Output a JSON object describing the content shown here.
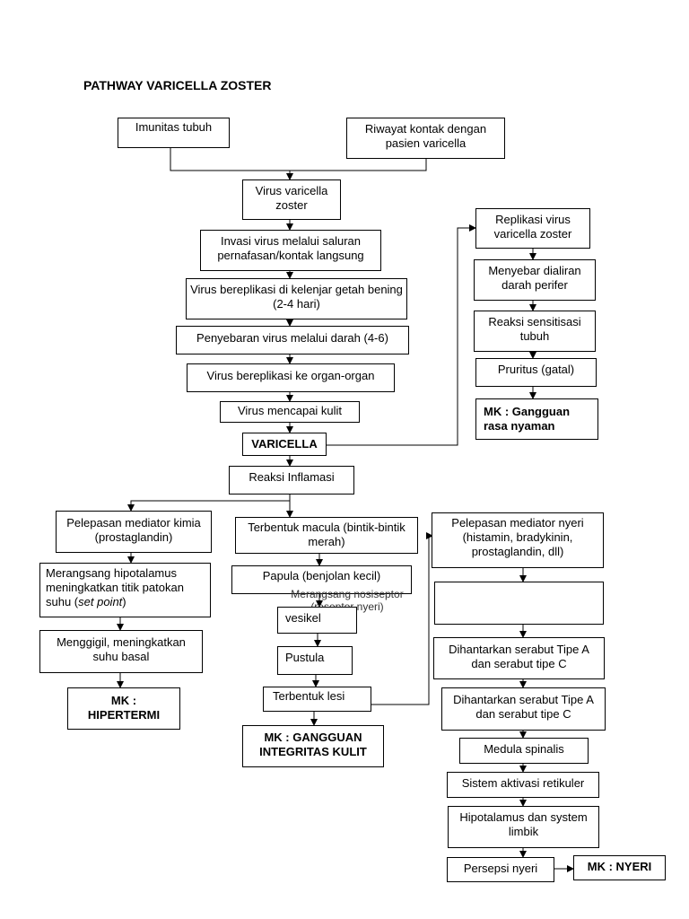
{
  "title": "PATHWAY VARICELLA ZOSTER",
  "nodes": {
    "imunitas": "Imunitas tubuh",
    "riwayat": "Riwayat kontak dengan pasien varicella",
    "virus": "Virus varicella zoster",
    "invasi": "Invasi virus melalui saluran pernafasan/kontak langsung",
    "bereplikasi_kelenjar": "Virus bereplikasi di kelenjar getah bening (2-4 hari)",
    "penyebaran": "Penyebaran virus melalui darah (4-6)",
    "bereplikasi_organ": "Virus bereplikasi ke organ-organ",
    "mencapai_kulit": "Virus mencapai kulit",
    "varicella": "VARICELLA",
    "reaksi_inflamasi": "Reaksi Inflamasi",
    "replikasi": "Replikasi virus varicella zoster",
    "menyebar": "Menyebar dialiran darah perifer",
    "sensitisasi": "Reaksi sensitisasi tubuh",
    "pruritus": "Pruritus (gatal)",
    "mk_nyaman": "MK : Gangguan rasa nyaman",
    "pelepasan_kimia": "Pelepasan mediator kimia (prostaglandin)",
    "hipotalamus_pre": "Merangsang hipotalamus meningkatkan titik patokan suhu (",
    "hipotalamus_italic": "set point",
    "hipotalamus_post": ")",
    "menggigil": "Menggigil, meningkatkan suhu basal",
    "mk_hipertermi": "MK : HIPERTERMI",
    "macula": "Terbentuk macula (bintik-bintik merah)",
    "papula": "Papula (benjolan kecil)",
    "nosiseptor_overlap": "Merangsang nosiseptor (reseptor nyeri)",
    "vesikel": "vesikel",
    "pustula": "Pustula",
    "lesi": "Terbentuk lesi",
    "mk_integritas": "MK : GANGGUAN INTEGRITAS KULIT",
    "pelepasan_nyeri": "Pelepasan mediator nyeri (histamin, bradykinin, prostaglandin, dll)",
    "empty_box": "",
    "serabut1": "Dihantarkan serabut Tipe A dan serabut tipe C",
    "serabut2": "Dihantarkan serabut Tipe A dan serabut tipe C",
    "medula": "Medula spinalis",
    "retikuler": "Sistem aktivasi retikuler",
    "limbik": "Hipotalamus dan system limbik",
    "persepsi": "Persepsi nyeri",
    "mk_nyeri": "MK : NYERI"
  }
}
